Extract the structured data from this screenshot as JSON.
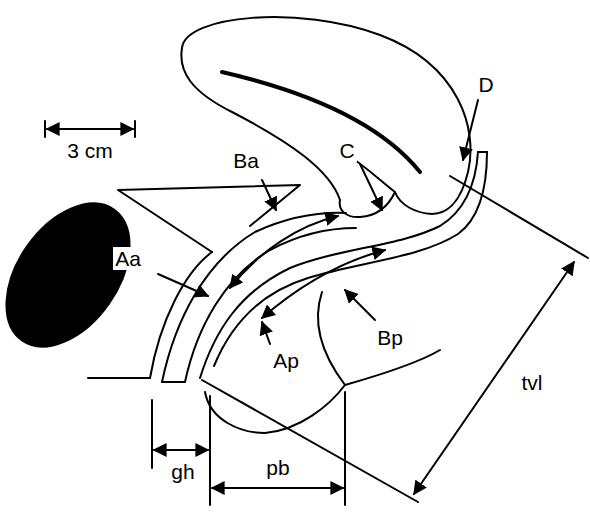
{
  "diagram": {
    "labels": [
      "3 cm",
      "Ba",
      "C",
      "D",
      "Aa",
      "Ap",
      "Bp",
      "tvl",
      "gh",
      "pb"
    ]
  }
}
